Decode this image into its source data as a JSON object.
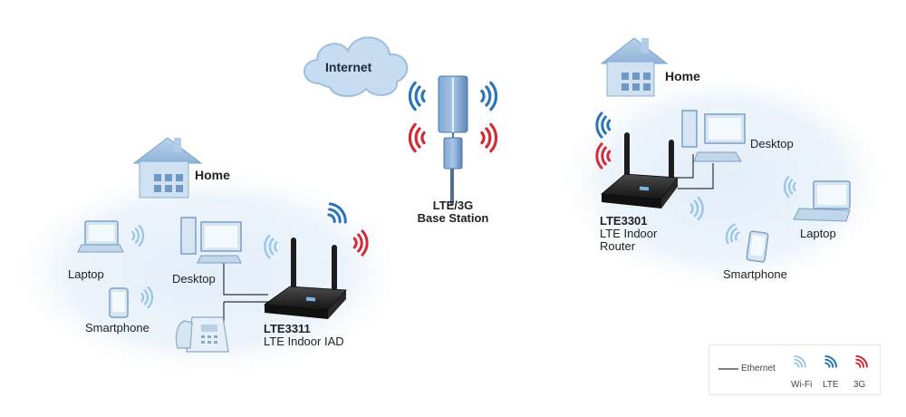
{
  "internet": {
    "label": "Internet"
  },
  "base_station": {
    "line1": "LTE/3G",
    "line2": "Base Station"
  },
  "left_home": {
    "label": "Home",
    "laptop": "Laptop",
    "smartphone": "Smartphone",
    "desktop": "Desktop",
    "router_model": "LTE3311",
    "router_desc": "LTE Indoor IAD"
  },
  "right_home": {
    "label": "Home",
    "desktop": "Desktop",
    "laptop": "Laptop",
    "smartphone": "Smartphone",
    "router_model": "LTE3301",
    "router_desc_line1": "LTE Indoor",
    "router_desc_line2": "Router"
  },
  "legend": {
    "ethernet": "Ethernet",
    "wifi": "Wi-Fi",
    "lte": "LTE",
    "g3": "3G"
  },
  "colors": {
    "wifi": "#9cc8e8",
    "lte": "#2a74b8",
    "g3": "#d42a35",
    "cloud": "#c6dcf0",
    "device": "#d6e6f3"
  }
}
